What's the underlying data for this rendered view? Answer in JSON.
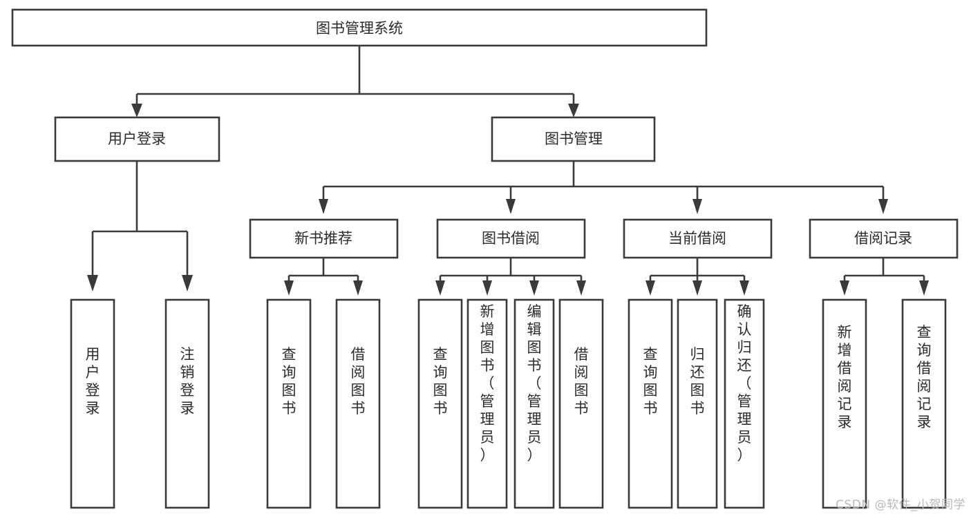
{
  "diagram": {
    "type": "tree",
    "title": "图书管理系统",
    "orientation": "top-down",
    "colors": {
      "box_stroke": "#3a3a3a",
      "box_fill": "#ffffff",
      "text": "#2b2b2b",
      "background": "#ffffff",
      "watermark": "#b9b9b9"
    },
    "root": {
      "label": "图书管理系统"
    },
    "level1": [
      {
        "label": "用户登录"
      },
      {
        "label": "图书管理"
      }
    ],
    "level2": [
      {
        "label": "新书推荐"
      },
      {
        "label": "图书借阅"
      },
      {
        "label": "当前借阅"
      },
      {
        "label": "借阅记录"
      }
    ],
    "leaves": {
      "user_login": [
        {
          "label": "用户登录"
        },
        {
          "label": "注销登录"
        }
      ],
      "new_book_recommend": [
        {
          "label": "查询图书"
        },
        {
          "label": "借阅图书"
        }
      ],
      "book_borrow": [
        {
          "label": "查询图书"
        },
        {
          "label": "新增图书（管理员）"
        },
        {
          "label": "编辑图书（管理员）"
        },
        {
          "label": "借阅图书"
        }
      ],
      "current_borrow": [
        {
          "label": "查询图书"
        },
        {
          "label": "归还图书"
        },
        {
          "label": "确认归还（管理员）"
        }
      ],
      "borrow_record": [
        {
          "label": "新增借阅记录"
        },
        {
          "label": "查询借阅记录"
        }
      ]
    }
  },
  "watermark": {
    "text": "CSDN @软件_小贺同学"
  }
}
